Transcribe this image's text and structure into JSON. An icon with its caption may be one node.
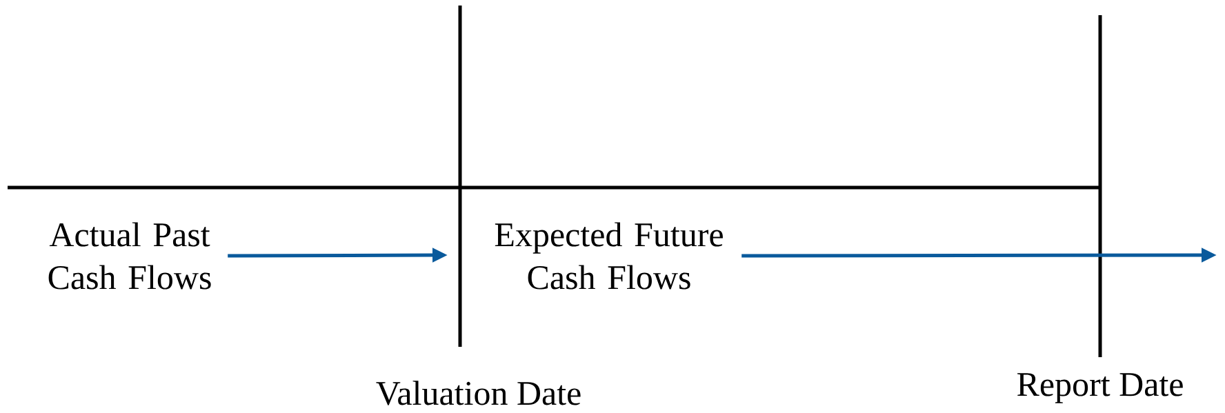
{
  "diagram": {
    "nodes": [
      {
        "text": [
          "Actual Past Cash Flows"
        ]
      },
      {
        "text": [
          "Expected Future Cash Flows"
        ]
      }
    ],
    "edges": [
      {
        "from": 0,
        "to": null,
        "arrow": "to"
      },
      {
        "from": 1,
        "to": null,
        "arrow": "to"
      }
    ],
    "labels": [
      "Valuation Date",
      "Report Date"
    ]
  }
}
